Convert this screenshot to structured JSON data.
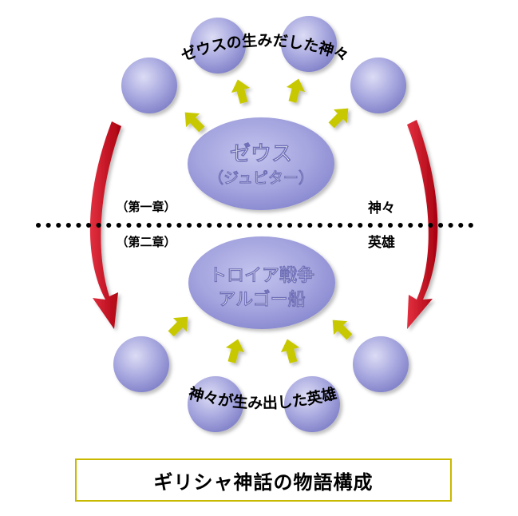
{
  "center_top": {
    "line1": "ゼウス",
    "line2": "（ジュピター）"
  },
  "center_bottom": {
    "line1": "トロイア戦争",
    "line2": "アルゴー船"
  },
  "arc_top_text": "ゼウスの生みだした神々",
  "arc_bottom_text": "神々が生み出した英雄",
  "labels": {
    "chapter1": "（第一章）",
    "chapter2": "（第二章）",
    "gods": "神々",
    "heroes": "英雄"
  },
  "caption": "ギリシャ神話の物語構成",
  "colors": {
    "circle": "#9f9fd9",
    "arrow": "#c8c800",
    "curved_arrow": "#c0101e",
    "caption_border": "#c9b800"
  }
}
